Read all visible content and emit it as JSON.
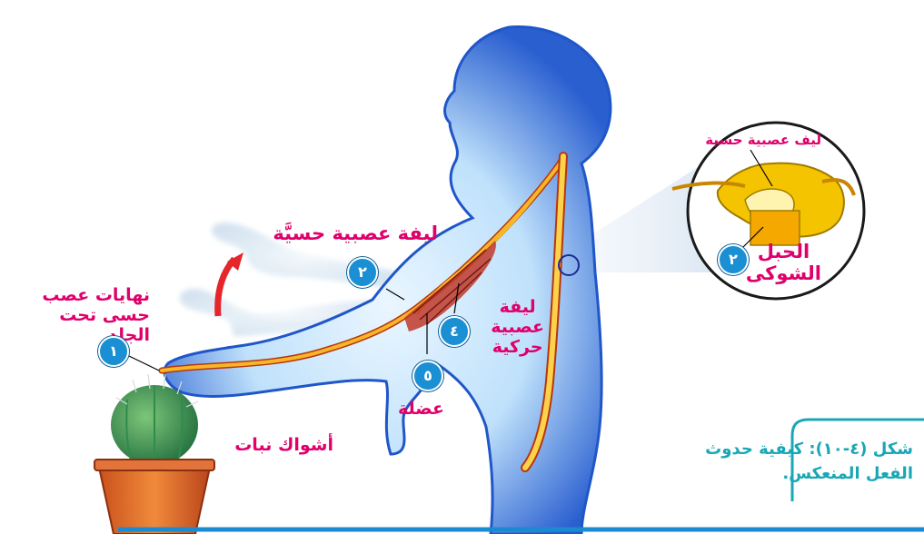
{
  "labels": {
    "nerve_endings": [
      "نهايات عصب",
      "حسى تحت",
      "الجلد"
    ],
    "sensory_fiber": "ليفة عصبية حسيَّة",
    "sensory_fiber_small": "ليف عصبية حسية",
    "motor_fiber": [
      "ليفة",
      "عصبية",
      "حركية"
    ],
    "muscle": "عضلة",
    "spinal_cord": [
      "الحبل",
      "الشوكى"
    ],
    "plant_thorns": "أشواك نبات"
  },
  "markers": {
    "m1": "١",
    "m2a": "٢",
    "m2b": "٢",
    "m4": "٤",
    "m5": "٥"
  },
  "caption": {
    "title": "شكل (٤-١٠): كيفية حدوث",
    "subtitle": "الفعل المنعكس."
  },
  "colors": {
    "label_pink": "#e0006b",
    "caption_teal": "#19a7b5",
    "body_blue": "#1f56c8",
    "nerve_orange": "#f0a21a",
    "marker_blue": "#1b8fd3"
  },
  "icons": [
    "reflex-arrow-icon",
    "magnify-circle-icon",
    "cactus-icon"
  ]
}
